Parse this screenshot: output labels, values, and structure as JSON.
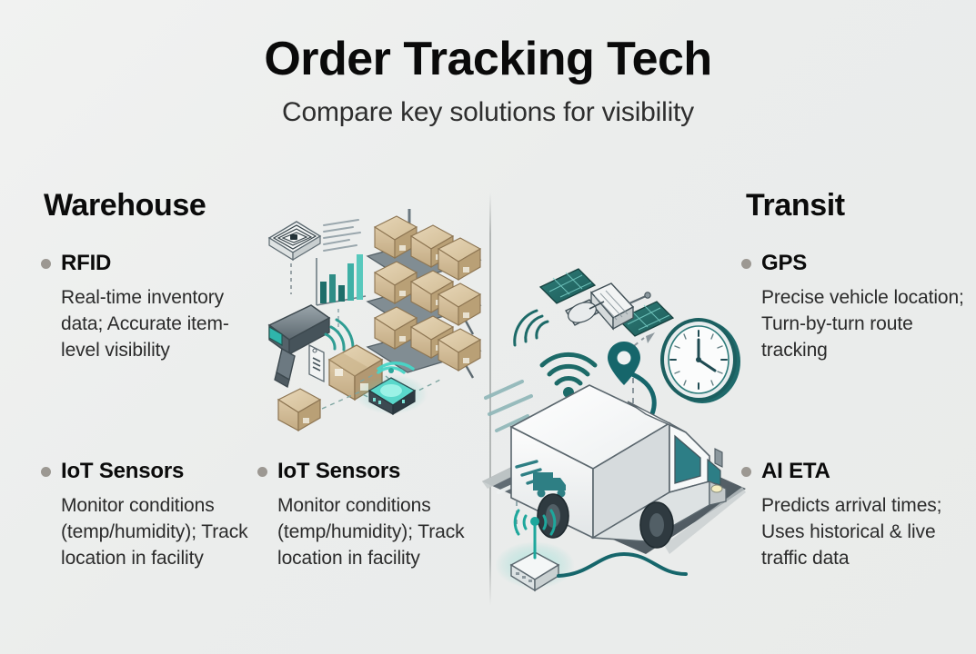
{
  "header": {
    "title": "Order Tracking Tech",
    "subtitle": "Compare key solutions for visibility"
  },
  "theme": {
    "background": "#edefee",
    "title_color": "#0a0a0a",
    "body_color": "#2b2b2b",
    "bullet_color": "#9c9892",
    "divider_color": "#b0b4b3",
    "accent_teal": "#2ab8ab",
    "accent_glow": "#5fe3d6",
    "ink_dark": "#2f4a52",
    "carton": "#cbb48f",
    "steel": "#6e7b82"
  },
  "columns": {
    "left": {
      "heading": "Warehouse",
      "items": [
        {
          "label": "RFID",
          "description": "Real-time inventory data; Accurate item-level visibility",
          "bullet": "bullet-dot"
        },
        {
          "label": "IoT Sensors",
          "description": "Monitor conditions (temp/humidity); Track location in facility",
          "bullet": "bullet-dot"
        }
      ]
    },
    "middle": {
      "items": [
        {
          "label": "IoT Sensors",
          "description": "Monitor conditions (temp/humidity); Track location in facility",
          "bullet": "bullet-dot"
        }
      ]
    },
    "right": {
      "heading": "Transit",
      "items": [
        {
          "label": "GPS",
          "description": "Precise vehicle location; Turn-by-turn route tracking",
          "bullet": "bullet-dot"
        },
        {
          "label": "AI ETA",
          "description": "Predicts arrival times; Uses historical & live traffic data",
          "bullet": "bullet-dot"
        }
      ]
    }
  },
  "illustrations": {
    "warehouse": {
      "name": "warehouse-illustration",
      "elements": [
        "rfid-tag-icon",
        "bar-chart-icon",
        "barcode-scanner-icon",
        "price-tag-icon",
        "wifi-signal-icon",
        "cardboard-box-icon",
        "pallet-rack-icon",
        "iot-sensor-puck-icon"
      ]
    },
    "transit": {
      "name": "transit-illustration",
      "elements": [
        "satellite-icon",
        "signal-waves-icon",
        "wifi-signal-icon",
        "wall-clock-icon",
        "map-pin-icon",
        "route-path-icon",
        "delivery-truck-icon",
        "road-icon",
        "iot-beacon-icon"
      ]
    }
  }
}
